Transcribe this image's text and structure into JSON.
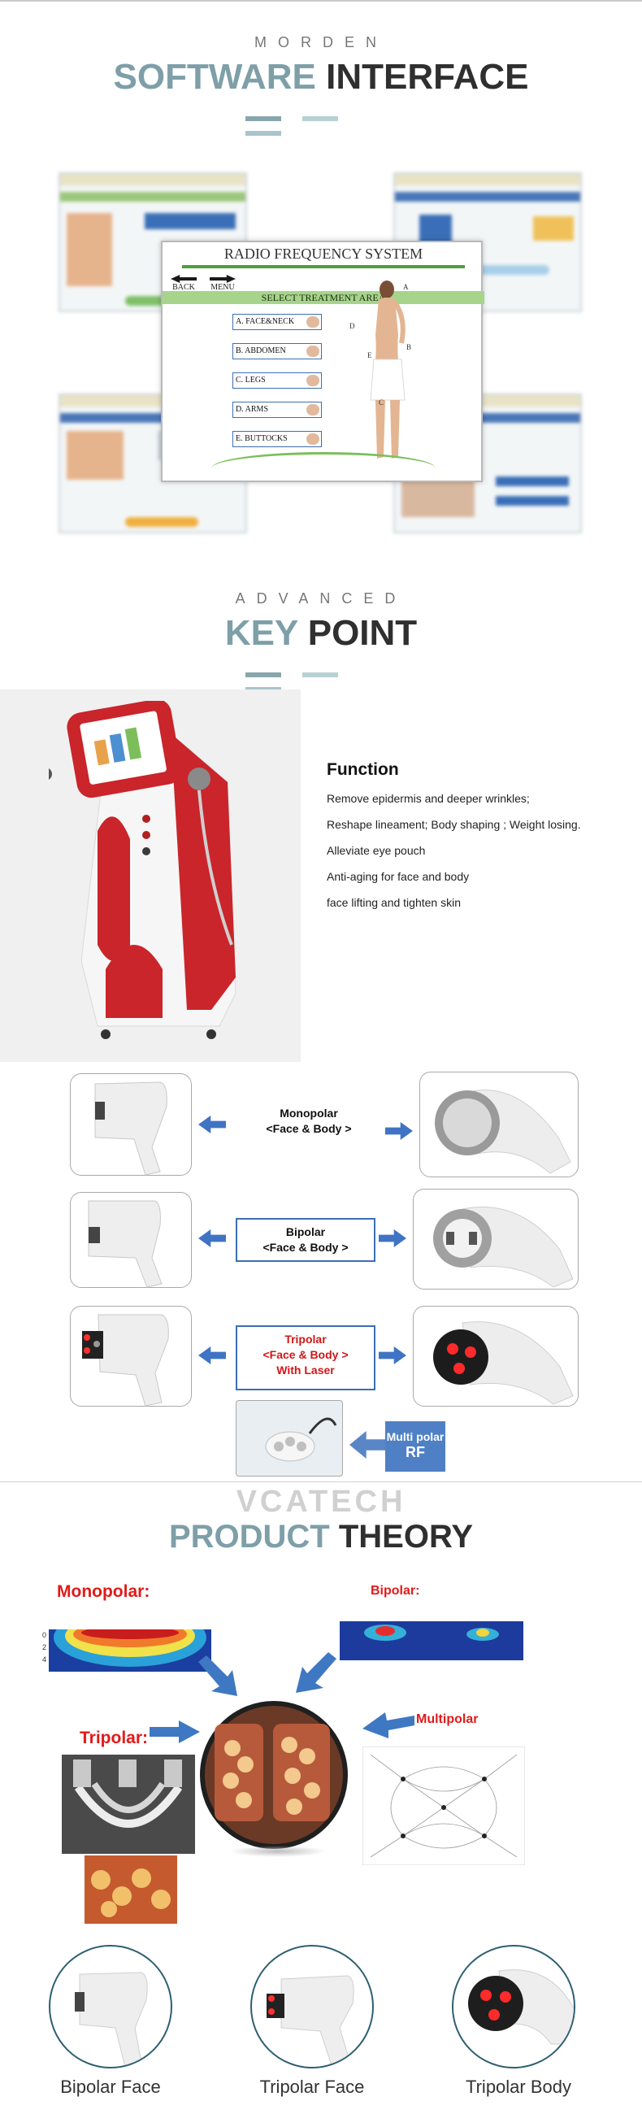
{
  "software": {
    "kicker": "MORDEN",
    "title_a": "SOFTWARE",
    "title_b": "INTERFACE",
    "screen": {
      "title": "RADIO FREQUENCY SYSTEM",
      "back": "BACK",
      "menu": "MENU",
      "select": "SELECT TREATMENT AREA",
      "items": [
        "A. FACE&NECK",
        "B. ABDOMEN",
        "C. LEGS",
        "D. ARMS",
        "E. BUTTOCKS"
      ],
      "zones": [
        "A",
        "D",
        "B",
        "E",
        "C"
      ]
    }
  },
  "keypoint": {
    "kicker": "ADVANCED",
    "title_a": "KEY",
    "title_b": "POINT",
    "function_title": "Function",
    "functions": [
      "Remove epidermis and deeper wrinkles;",
      "Reshape lineament; Body shaping ; Weight losing.",
      "Alleviate eye pouch",
      "Anti-aging for face and body",
      "face lifting and tighten skin"
    ]
  },
  "handpieces": {
    "monopolar": {
      "line1": "Monopolar",
      "line2": "<Face  &  Body >"
    },
    "bipolar": {
      "line1": "Bipolar",
      "line2": "<Face  &  Body >"
    },
    "tripolar": {
      "line1": "Tripolar",
      "line2": "<Face  &  Body >",
      "line3": "With Laser"
    },
    "multipolar": {
      "line1": "Multi polar",
      "line2": "RF"
    }
  },
  "theory": {
    "brand": "VCATECH",
    "title_a": "PRODUCT",
    "title_b": "THEORY",
    "monopolar": "Monopolar:",
    "bipolar": "Bipolar:",
    "tripolar": "Tripolar:",
    "multipolar": "Multipolar",
    "scale": [
      "0",
      "2",
      "4"
    ],
    "captions": [
      "Bipolar Face",
      "Tripolar Face",
      "Tripolar Body"
    ]
  },
  "colors": {
    "accent_teal": "#7e9fa8",
    "dark_text": "#2f2f2f",
    "arrow_blue": "#3f74c4",
    "red": "#e21a1a",
    "machine_red": "#c9252b"
  }
}
